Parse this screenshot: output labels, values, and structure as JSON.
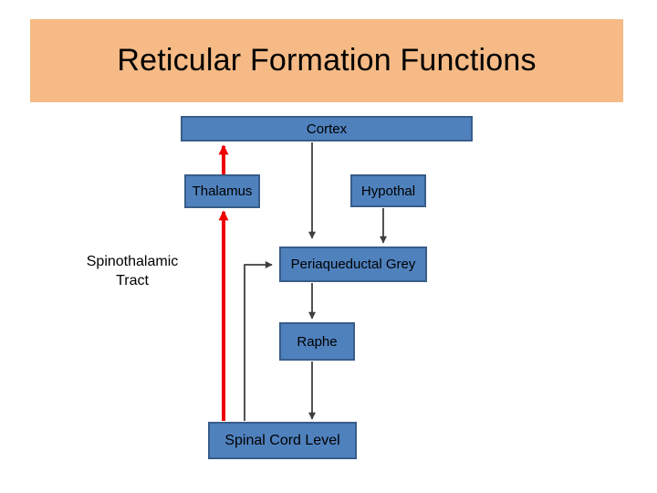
{
  "title": "Reticular Formation Functions",
  "colors": {
    "title_band": "#F5BA85",
    "box_fill": "#4F81BD",
    "box_border": "#385D8A",
    "arrow_red": "#EE0000",
    "arrow_black": "#3F3F3F",
    "text": "#000000",
    "background": "#FFFFFF"
  },
  "nodes": [
    {
      "id": "cortex",
      "label": "Cortex"
    },
    {
      "id": "thalamus",
      "label": "Thalamus"
    },
    {
      "id": "hypothal",
      "label": "Hypothal"
    },
    {
      "id": "periaqueductal-grey",
      "label": "Periaqueductal Grey"
    },
    {
      "id": "raphe",
      "label": "Raphe"
    },
    {
      "id": "spinal-cord-level",
      "label": "Spinal Cord Level"
    }
  ],
  "side_label": {
    "line1": "Spinothalamic",
    "line2": "Tract"
  },
  "edges": [
    {
      "from": "thalamus",
      "to": "cortex",
      "color": "red",
      "style": "thick-arrow-up"
    },
    {
      "from": "spinal-cord-level",
      "to": "thalamus",
      "color": "red",
      "style": "thick-arrow-up"
    },
    {
      "from": "cortex",
      "to": "periaqueductal-grey",
      "color": "black",
      "style": "arrow-down"
    },
    {
      "from": "hypothal",
      "to": "periaqueductal-grey",
      "color": "black",
      "style": "arrow-down"
    },
    {
      "from": "spinal-cord-level",
      "to": "periaqueductal-grey",
      "color": "black",
      "style": "elbow-arrow-right"
    },
    {
      "from": "periaqueductal-grey",
      "to": "raphe",
      "color": "black",
      "style": "arrow-down"
    },
    {
      "from": "raphe",
      "to": "spinal-cord-level",
      "color": "black",
      "style": "arrow-down"
    }
  ]
}
